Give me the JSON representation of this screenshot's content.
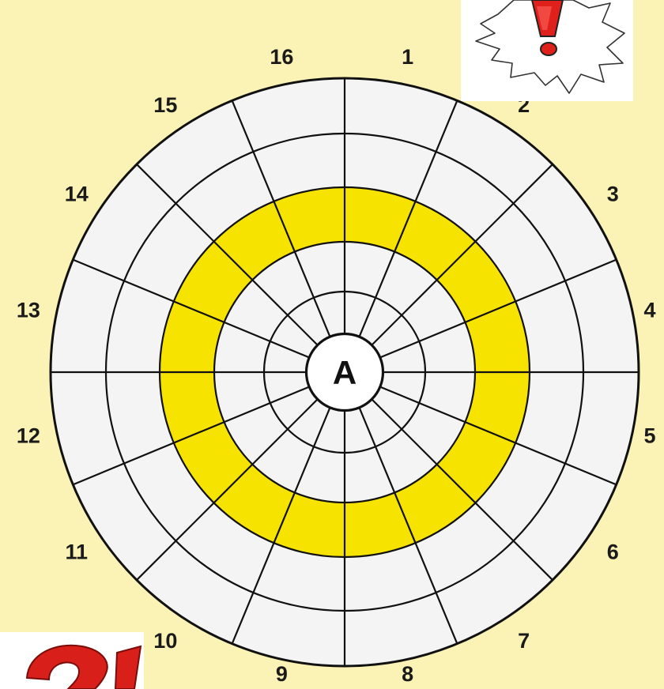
{
  "diagram": {
    "center_label": "A",
    "sector_numbers": [
      "1",
      "2",
      "3",
      "4",
      "5",
      "6",
      "7",
      "8",
      "9",
      "10",
      "11",
      "12",
      "13",
      "14",
      "15",
      "16"
    ],
    "ring_count": 5,
    "highlighted_ring": 3,
    "colors": {
      "background": "#fbf2b5",
      "cell_fill": "#f4f4f4",
      "highlight_fill": "#f7e300",
      "line": "#111111",
      "exclamation": "#e0201b",
      "question": "#d91f1a"
    }
  },
  "decorations": {
    "exclamation_icon": "exclamation-speech-bubble",
    "question_icon": "question-mark"
  }
}
